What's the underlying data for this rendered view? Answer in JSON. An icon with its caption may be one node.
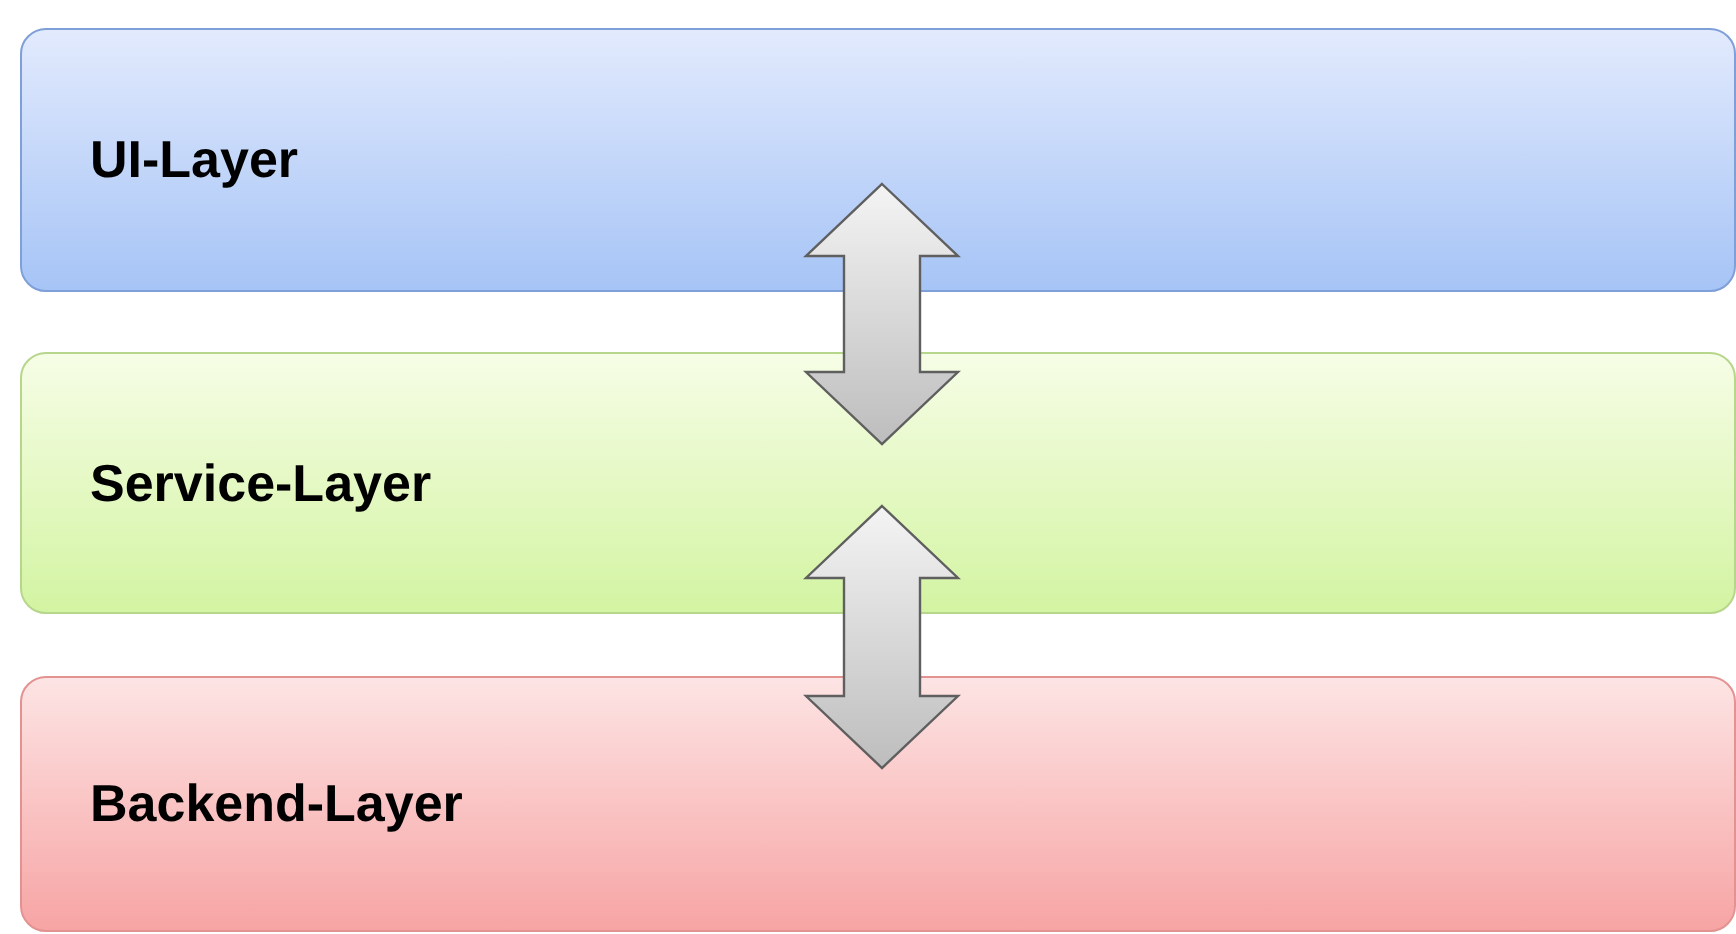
{
  "diagram": {
    "nodes": [
      {
        "text": [
          "UI-Layer"
        ]
      },
      {
        "text": [
          "Service-Layer"
        ]
      },
      {
        "text": [
          "Backend-Layer"
        ]
      }
    ],
    "edges": [
      {
        "from": 0,
        "to": 1,
        "arrow": "both"
      },
      {
        "from": 1,
        "to": 2,
        "arrow": "both"
      }
    ]
  }
}
